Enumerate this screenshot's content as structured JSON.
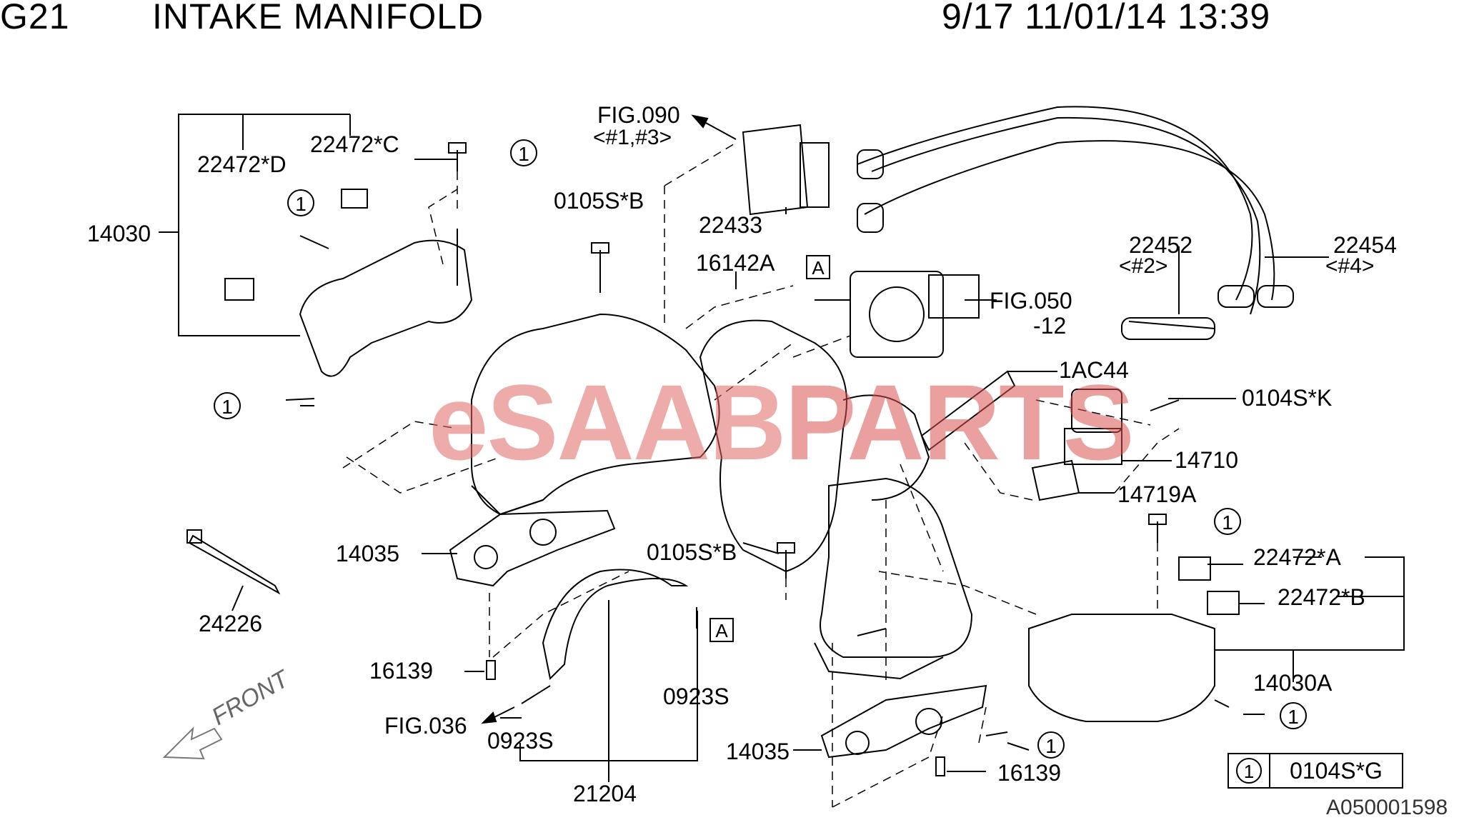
{
  "header": {
    "code": "G21",
    "title": "INTAKE MANIFOLD",
    "date": "9/17 11/01/14 13:39"
  },
  "watermark": {
    "part1": "eSAAB",
    "part2": "PARTS"
  },
  "labels": {
    "p14030": "14030",
    "p22472D": "22472*D",
    "p22472C": "22472*C",
    "fig090": "FIG.090",
    "fig090sub": "<#1,#3>",
    "p0105SB_top": "0105S*B",
    "p22433": "22433",
    "p16142A": "16142A",
    "p22452": "22452",
    "p22452sub": "<#2>",
    "p22454": "22454",
    "p22454sub": "<#4>",
    "fig050": "FIG.050",
    "fig050sub": "-12",
    "p1AC44": "1AC44",
    "p0104SK": "0104S*K",
    "p14710": "14710",
    "p14719A": "14719A",
    "p14035_left": "14035",
    "p0105SB_mid": "0105S*B",
    "p24226": "24226",
    "p22472A": "22472*A",
    "p22472B": "22472*B",
    "p14030A": "14030A",
    "p16139_left": "16139",
    "p0923S_right": "0923S",
    "fig036": "FIG.036",
    "p0923S_left": "0923S",
    "p21204": "21204",
    "p14035_right": "14035",
    "p16139_right": "16139"
  },
  "markers": {
    "one": "1",
    "a": "A"
  },
  "legend": {
    "key": "1",
    "value": "0104S*G"
  },
  "front_label": "FRONT",
  "doc_id": "A050001598"
}
